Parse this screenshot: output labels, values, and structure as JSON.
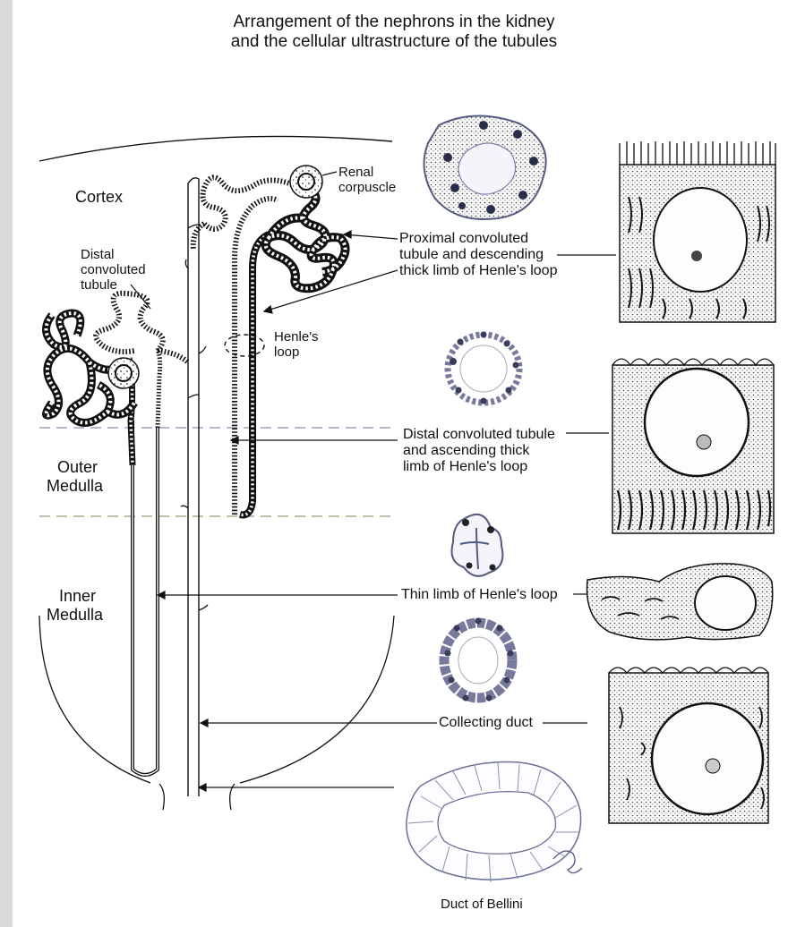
{
  "title": {
    "line1": "Arrangement of the nephrons in the kidney",
    "line2": "and the cellular ultrastructure of the tubules"
  },
  "zones": {
    "cortex": "Cortex",
    "outer_medulla_1": "Outer",
    "outer_medulla_2": "Medulla",
    "inner_medulla_1": "Inner",
    "inner_medulla_2": "Medulla"
  },
  "labels": {
    "renal_corpuscle_1": "Renal",
    "renal_corpuscle_2": "corpuscle",
    "distal_tubule_1": "Distal",
    "distal_tubule_2": "convoluted",
    "distal_tubule_3": "tubule",
    "henle_1": "Henle's",
    "henle_2": "loop",
    "proximal_1": "Proximal convoluted",
    "proximal_2": "tubule and descending",
    "proximal_3": "thick limb of Henle's loop",
    "dct_1": "Distal convoluted tubule",
    "dct_2": "and ascending thick",
    "dct_3": "limb of Henle's loop",
    "thin_limb": "Thin limb of Henle's loop",
    "collecting_duct": "Collecting duct",
    "duct_bellini": "Duct of Bellini"
  }
}
